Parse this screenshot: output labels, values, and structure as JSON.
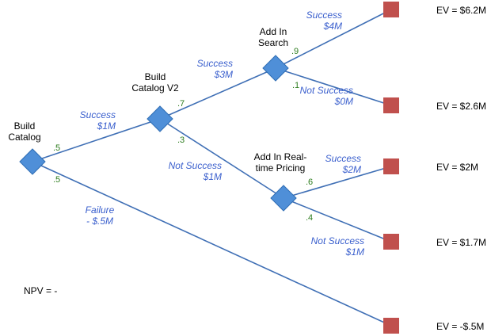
{
  "colors": {
    "decision_node": "#4f8fd8",
    "decision_node_edge": "#2e6db4",
    "terminal_node": "#c0504d",
    "edge": "#3f6fb5",
    "branch_text": "#3a5fcd",
    "probability_text": "#2e7d1f"
  },
  "nodes": {
    "build_catalog": [
      "Build",
      "Catalog"
    ],
    "build_catalog_v2": [
      "Build",
      "Catalog V2"
    ],
    "add_in_search": [
      "Add In",
      "Search"
    ],
    "add_in_realtime_pricing": [
      "Add In Real-",
      "time Pricing"
    ]
  },
  "branches": {
    "bc_success": [
      "Success",
      "$1M"
    ],
    "bc_failure": [
      "Failure",
      "- $.5M"
    ],
    "v2_success": [
      "Success",
      "$3M"
    ],
    "v2_not_success": [
      "Not Success",
      "$1M"
    ],
    "search_success": [
      "Success",
      "$4M"
    ],
    "search_not_success": [
      "Not Success",
      "$0M"
    ],
    "pricing_success": [
      "Success",
      "$2M"
    ],
    "pricing_not_success": [
      "Not Success",
      "$1M"
    ]
  },
  "probabilities": {
    "bc_success": ".5",
    "bc_failure": ".5",
    "v2_success": ".7",
    "v2_not_success": ".3",
    "search_success": ".9",
    "search_not_success": ".1",
    "pricing_success": ".6",
    "pricing_not_success": ".4"
  },
  "outcomes": {
    "ev_1": "EV = $6.2M",
    "ev_2": "EV = $2.6M",
    "ev_3": "EV = $2M",
    "ev_4": "EV = $1.7M",
    "ev_5": "EV = -$.5M"
  },
  "npv": "NPV = -"
}
